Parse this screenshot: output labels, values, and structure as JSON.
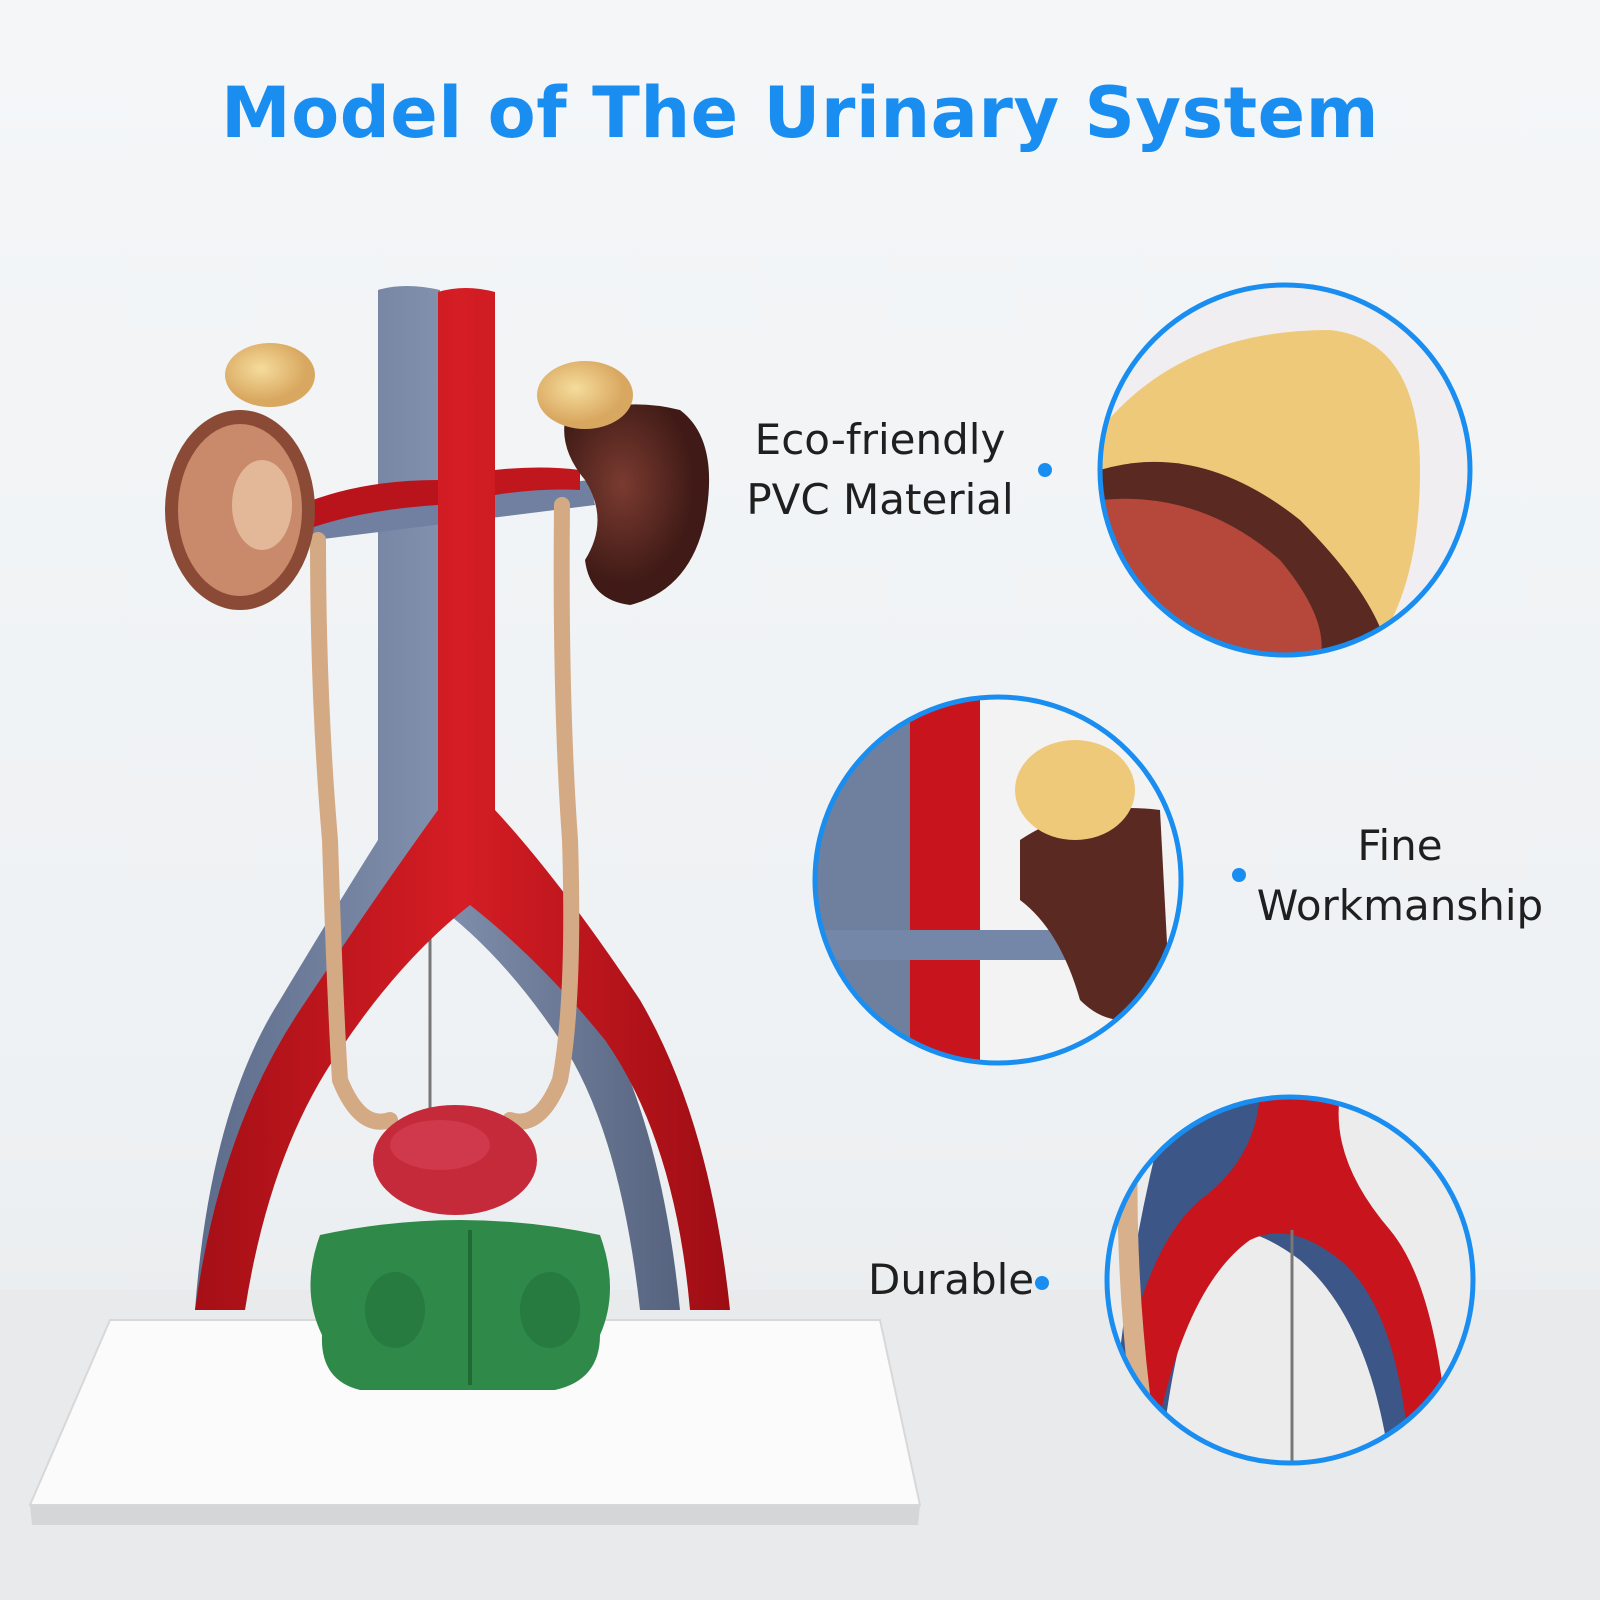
{
  "title": "Model of The Urinary System",
  "features": {
    "eco_line1": "Eco-friendly",
    "eco_line2": "PVC Material",
    "fine_line1": "Fine",
    "fine_line2": "Workmanship",
    "durable": "Durable"
  },
  "colors": {
    "accent": "#1a8ef0",
    "artery_red": "#c8141c",
    "vein_blue": "#6f7f9e",
    "kidney_brown": "#5a2a22",
    "adrenal_yellow": "#eec97a",
    "ureter_tan": "#d9b08c",
    "bladder_red": "#c42a3a",
    "base_green": "#2f8a4a"
  },
  "icons": [
    "bullet-dot-icon"
  ]
}
